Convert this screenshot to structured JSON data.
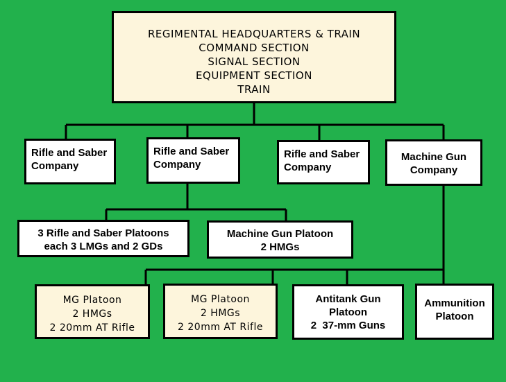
{
  "hq": {
    "lines": [
      "REGIMENTAL HEADQUARTERS & TRAIN",
      "COMMAND SECTION",
      "SIGNAL SECTION",
      "EQUIPMENT SECTION",
      "TRAIN"
    ]
  },
  "companies": [
    {
      "lines": [
        "Rifle and Saber",
        "Company"
      ]
    },
    {
      "lines": [
        "Rifle and Saber",
        "Company"
      ]
    },
    {
      "lines": [
        "Rifle and Saber",
        "Company"
      ]
    },
    {
      "lines": [
        "Machine Gun",
        "Company"
      ]
    }
  ],
  "platoons": [
    {
      "lines": [
        "3 Rifle and Saber Platoons",
        "each 3 LMGs and 2 GDs"
      ]
    },
    {
      "lines": [
        "Machine Gun Platoon",
        "2 HMGs"
      ]
    }
  ],
  "mg_company_units": [
    {
      "lines": [
        "MG Platoon",
        "2 HMGs",
        "2 20mm AT Rifle"
      ]
    },
    {
      "lines": [
        "MG Platoon",
        "2 HMGs",
        "2 20mm AT Rifle"
      ]
    },
    {
      "lines": [
        "Antitank Gun",
        "Platoon",
        "2  37-mm Guns"
      ]
    },
    {
      "lines": [
        "Ammunition",
        "Platoon"
      ]
    }
  ],
  "colors": {
    "background": "#22b14c",
    "box_fill": "#ffffff",
    "typed_box_fill": "#fdf5dc",
    "line": "#000000"
  }
}
